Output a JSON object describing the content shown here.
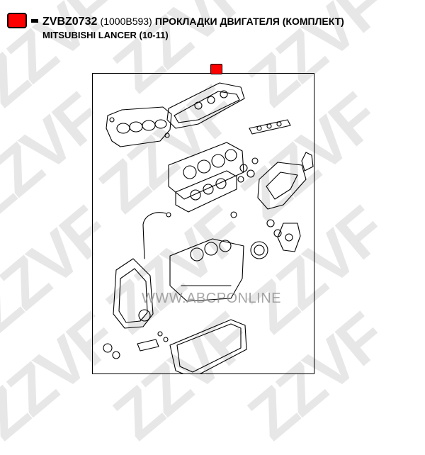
{
  "header": {
    "part_code": "ZVBZ0732",
    "reference": "(1000B593)",
    "description": "ПРОКЛАДКИ ДВИГАТЕЛЯ (КОМПЛЕКТ)",
    "vehicle": "MITSUBISHI LANCER (10-11)"
  },
  "watermark": {
    "brand": "ZZVF",
    "site": "WWW.ABCPONLINE"
  },
  "colors": {
    "accent": "#ff0000",
    "ink": "#000000"
  }
}
